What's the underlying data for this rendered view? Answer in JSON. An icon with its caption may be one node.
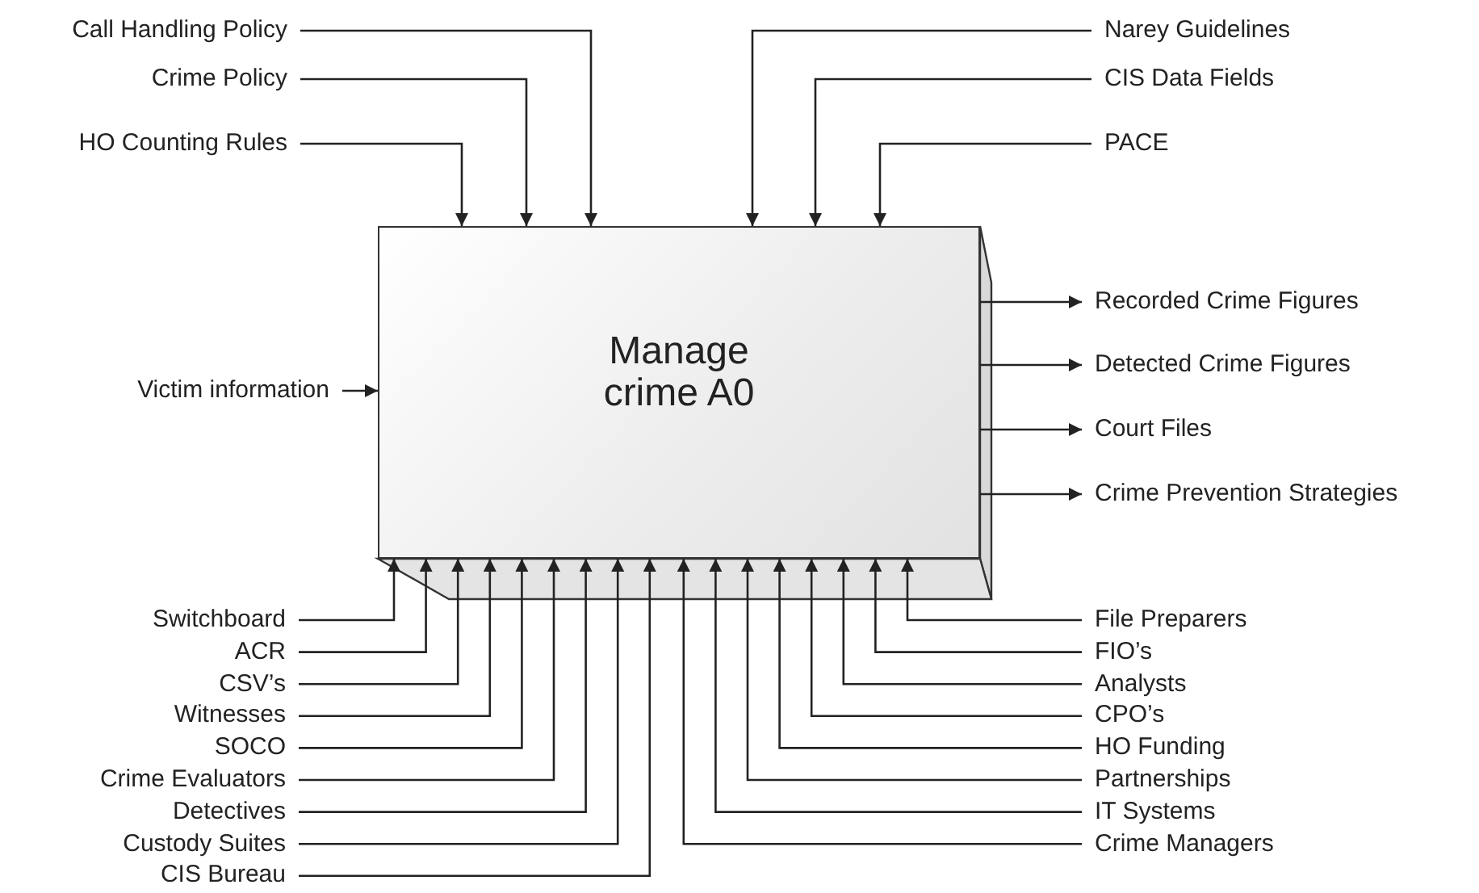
{
  "diagram": {
    "nodes": [
      {
        "text": [
          "Call Handling Policy"
        ]
      },
      {
        "text": [
          "Narey Guidelines"
        ]
      },
      {
        "text": [
          "Crime Policy"
        ]
      },
      {
        "text": [
          "CIS Data Fields"
        ]
      },
      {
        "text": [
          "HO Counting Rules"
        ]
      },
      {
        "text": [
          "PACE"
        ]
      },
      {
        "text": [
          "Manage crime A0"
        ]
      },
      {
        "text": [
          "Recorded Crime Figures"
        ]
      },
      {
        "text": [
          "Detected Crime Figures"
        ]
      },
      {
        "text": [
          "Victim information"
        ]
      },
      {
        "text": [
          "Court Files"
        ]
      },
      {
        "text": [
          "Crime Prevention Strategies"
        ]
      },
      {
        "text": [
          "Switchboard"
        ]
      },
      {
        "text": [
          "File Preparers"
        ]
      },
      {
        "text": [
          "ACR"
        ]
      },
      {
        "text": [
          "FIO’s"
        ]
      },
      {
        "text": [
          "CSV’s"
        ]
      },
      {
        "text": [
          "Analysts"
        ]
      },
      {
        "text": [
          "Witnesses"
        ]
      },
      {
        "text": [
          "CPO’s"
        ]
      },
      {
        "text": [
          "SOCO"
        ]
      },
      {
        "text": [
          "HO Funding"
        ]
      },
      {
        "text": [
          "Crime Evaluators"
        ]
      },
      {
        "text": [
          "Partnerships"
        ]
      },
      {
        "text": [
          "Detectives"
        ]
      },
      {
        "text": [
          "IT Systems"
        ]
      },
      {
        "text": [
          "Custody Suites"
        ]
      },
      {
        "text": [
          "Crime Managers"
        ]
      },
      {
        "text": [
          "CIS Bureau"
        ]
      }
    ],
    "edges": [
      {
        "from": 0,
        "to": 6,
        "arrow": "to"
      },
      {
        "from": 1,
        "to": 6,
        "arrow": "to"
      },
      {
        "from": 2,
        "to": 6,
        "arrow": "to"
      },
      {
        "from": 3,
        "to": 6,
        "arrow": "to"
      },
      {
        "from": 4,
        "to": 6,
        "arrow": "to"
      },
      {
        "from": 5,
        "to": 6,
        "arrow": "to"
      },
      {
        "from": 6,
        "to": 7,
        "arrow": "to"
      },
      {
        "from": 6,
        "to": 8,
        "arrow": "to"
      },
      {
        "from": 9,
        "to": 6,
        "arrow": "to"
      },
      {
        "from": 6,
        "to": 10,
        "arrow": "to"
      },
      {
        "from": 6,
        "to": 11,
        "arrow": "to"
      },
      {
        "from": 12,
        "to": 6,
        "arrow": "to"
      },
      {
        "from": 13,
        "to": 6,
        "arrow": "to"
      },
      {
        "from": 14,
        "to": 6,
        "arrow": "to"
      },
      {
        "from": 15,
        "to": 6,
        "arrow": "to"
      },
      {
        "from": 16,
        "to": 6,
        "arrow": "to"
      },
      {
        "from": 17,
        "to": 6,
        "arrow": "to"
      },
      {
        "from": 18,
        "to": 6,
        "arrow": "to"
      },
      {
        "from": 19,
        "to": 6,
        "arrow": "to"
      },
      {
        "from": 20,
        "to": 6,
        "arrow": "to"
      },
      {
        "from": 21,
        "to": 6,
        "arrow": "to"
      },
      {
        "from": 22,
        "to": 6,
        "arrow": "to"
      },
      {
        "from": 23,
        "to": 6,
        "arrow": "to"
      },
      {
        "from": 24,
        "to": 6,
        "arrow": "to"
      },
      {
        "from": 25,
        "to": 6,
        "arrow": "to"
      },
      {
        "from": 26,
        "to": 6,
        "arrow": "to"
      },
      {
        "from": 27,
        "to": 6,
        "arrow": "to"
      },
      {
        "from": 28,
        "to": 6,
        "arrow": "to"
      }
    ]
  }
}
